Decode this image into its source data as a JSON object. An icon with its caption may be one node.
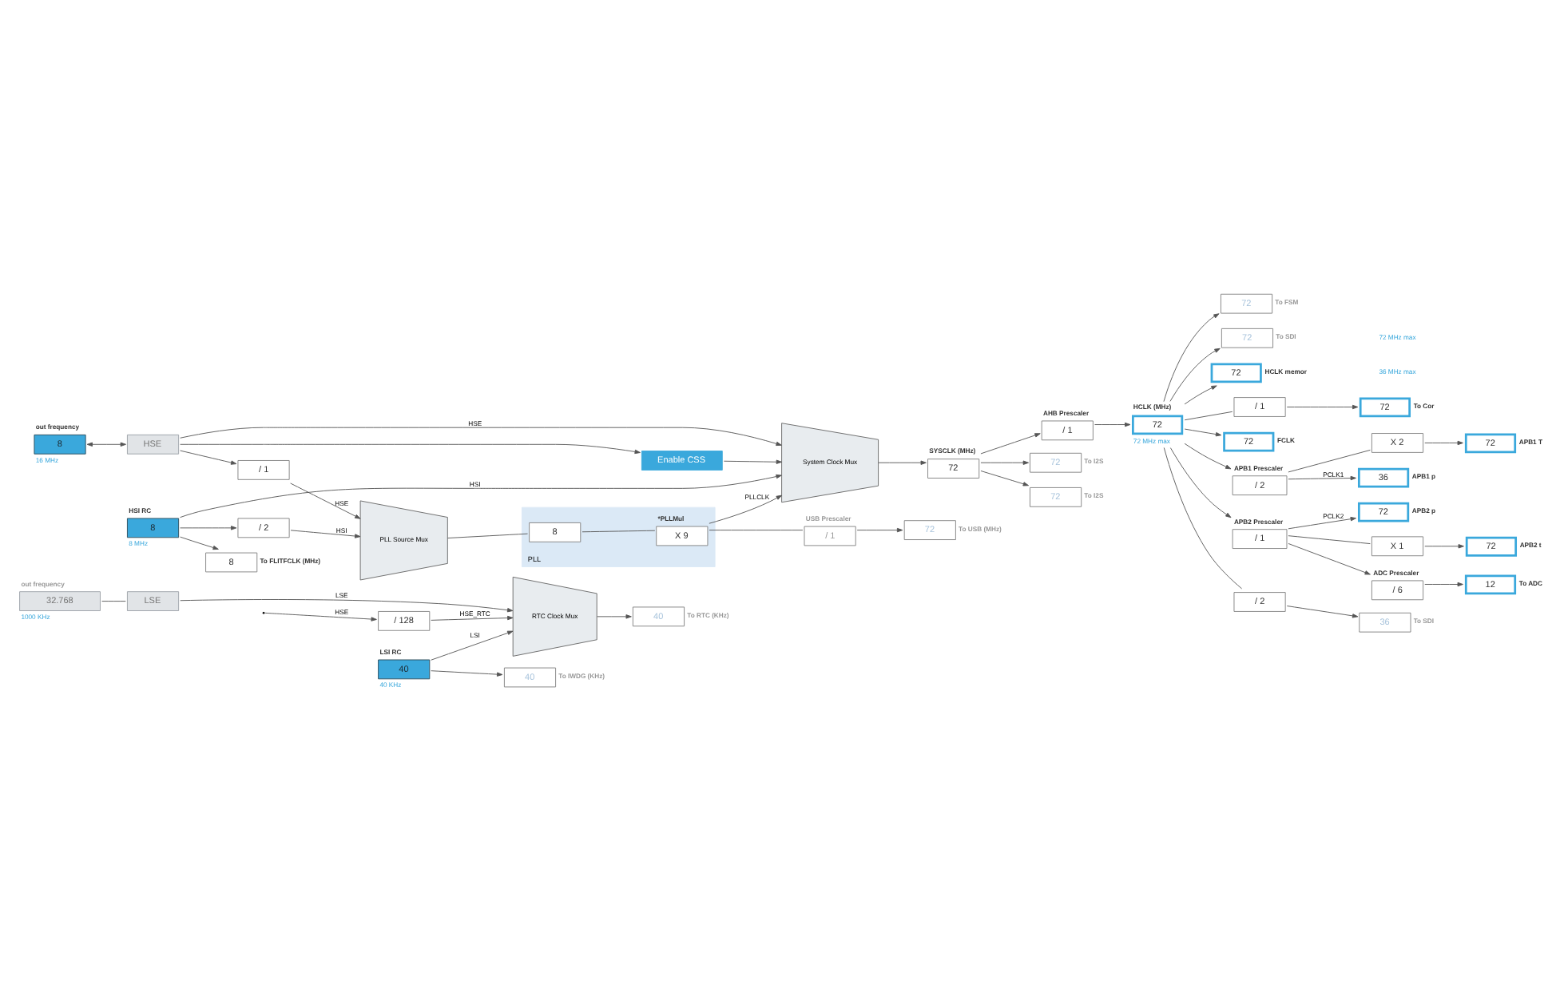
{
  "diagram": {
    "nodes": [
      {
        "text": [
          "out frequency",
          "32.768"
        ],
        "beside": [
          "1000 KHz"
        ]
      },
      {
        "text": [
          "LSE"
        ]
      },
      {
        "text": [
          "LSI RC",
          "40"
        ],
        "beside": [
          "40 KHz"
        ]
      },
      {
        "text": [
          "out frequency",
          "8"
        ],
        "beside": [
          "16 MHz"
        ]
      },
      {
        "text": [
          "HSE"
        ]
      },
      {
        "text": [
          "HSI RC",
          "8"
        ],
        "beside": [
          "8 MHz"
        ]
      },
      {
        "text": [
          "/ 128"
        ]
      },
      {
        "text": [
          "RTC Clock Mux"
        ]
      },
      {
        "text": [
          "40"
        ],
        "beside": [
          "To RTC (KHz)"
        ]
      },
      {
        "text": [
          "40"
        ],
        "beside": [
          "To IWDG (KHz)"
        ]
      },
      {
        "text": [
          "8"
        ],
        "beside": [
          "To FLITFCLK (MHz)"
        ]
      },
      {
        "text": [
          "/ 1"
        ]
      },
      {
        "text": [
          "/ 2"
        ]
      },
      {
        "text": [
          "PLL Source Mux"
        ]
      },
      {
        "text": [
          "PLL"
        ]
      },
      {
        "text": [
          "8"
        ],
        "in": 14
      },
      {
        "text": [
          "*PLLMul",
          "X 9"
        ],
        "in": 14
      },
      {
        "text": [
          "System Clock Mux"
        ]
      },
      {
        "text": [
          "Enable CSS"
        ]
      },
      {
        "text": [
          "USB Prescaler",
          "/ 1"
        ]
      },
      {
        "text": [
          "72"
        ],
        "beside": [
          "To USB (MHz)"
        ]
      },
      {
        "text": [
          "SYSCLK (MHz)",
          "72"
        ]
      },
      {
        "text": [
          "AHB Prescaler",
          "/ 1"
        ]
      },
      {
        "text": [
          "HCLK (MHz)",
          "72"
        ],
        "beside": [
          "72 MHz max"
        ]
      },
      {
        "text": [
          "72"
        ],
        "beside": [
          "To I2S"
        ]
      },
      {
        "text": [
          "72"
        ],
        "beside": [
          "To I2S"
        ]
      },
      {
        "text": [
          "72"
        ],
        "beside": [
          "To FSM"
        ]
      },
      {
        "text": [
          "72"
        ],
        "beside": [
          "To SDI"
        ]
      },
      {
        "text": [
          "72"
        ],
        "beside": [
          "HCLK memor"
        ]
      },
      {
        "text": [
          "/ 1"
        ]
      },
      {
        "text": [
          "72"
        ],
        "beside": [
          "To Cor"
        ]
      },
      {
        "text": [
          "72"
        ],
        "beside": [
          "FCLK"
        ]
      },
      {
        "text": [
          "APB1 Prescaler",
          "/ 2"
        ]
      },
      {
        "text": [
          "36"
        ],
        "beside": [
          "APB1 p"
        ]
      },
      {
        "text": [
          "X 2"
        ]
      },
      {
        "text": [
          "72"
        ],
        "beside": [
          "APB1 T"
        ]
      },
      {
        "text": [
          "APB2 Prescaler",
          "/ 1"
        ]
      },
      {
        "text": [
          "72"
        ],
        "beside": [
          "APB2 p"
        ]
      },
      {
        "text": [
          "X 1"
        ]
      },
      {
        "text": [
          "72"
        ],
        "beside": [
          "APB2 t"
        ]
      },
      {
        "text": [
          "ADC Prescaler",
          "/ 6"
        ]
      },
      {
        "text": [
          "12"
        ],
        "beside": [
          "To ADC"
        ]
      },
      {
        "text": [
          "/ 2"
        ]
      },
      {
        "text": [
          "36"
        ],
        "beside": [
          "To SDI"
        ]
      }
    ],
    "edges": [
      {
        "from": 0,
        "to": 1,
        "arrow": "none"
      },
      {
        "from": 3,
        "to": 4,
        "arrow": "both"
      },
      {
        "from": null,
        "to": 6,
        "label": "HSE",
        "arrow": "to"
      },
      {
        "from": 6,
        "to": 7,
        "label": "HSE_RTC",
        "arrow": "to"
      },
      {
        "from": 1,
        "to": 7,
        "label": "LSE",
        "arrow": "to"
      },
      {
        "from": 2,
        "to": 7,
        "label": "LSI",
        "arrow": "to"
      },
      {
        "from": 7,
        "to": 8,
        "arrow": "to"
      },
      {
        "from": 2,
        "to": 9,
        "arrow": "to"
      },
      {
        "from": 5,
        "to": 10,
        "arrow": "to"
      },
      {
        "from": 5,
        "to": 17,
        "label": "HSI",
        "arrow": "to"
      },
      {
        "from": 5,
        "to": 12,
        "arrow": "to"
      },
      {
        "from": 4,
        "to": 17,
        "label": "HSE",
        "arrow": "to"
      },
      {
        "from": 4,
        "to": 18,
        "arrow": "to"
      },
      {
        "from": 4,
        "to": 11,
        "arrow": "to"
      },
      {
        "from": 11,
        "to": 13,
        "label": "HSE",
        "arrow": "to"
      },
      {
        "from": 12,
        "to": 13,
        "label": "HSI",
        "arrow": "to"
      },
      {
        "from": 13,
        "to": 15,
        "arrow": "none"
      },
      {
        "from": 15,
        "to": 16,
        "arrow": "none"
      },
      {
        "from": 16,
        "to": 17,
        "label": "PLLCLK",
        "arrow": "to"
      },
      {
        "from": 16,
        "to": 19,
        "arrow": "none"
      },
      {
        "from": 19,
        "to": 20,
        "arrow": "to"
      },
      {
        "from": 18,
        "to": 17,
        "arrow": "to"
      },
      {
        "from": 17,
        "to": 21,
        "arrow": "to"
      },
      {
        "from": 21,
        "to": 22,
        "arrow": "to"
      },
      {
        "from": 21,
        "to": 24,
        "arrow": "to"
      },
      {
        "from": 21,
        "to": 25,
        "arrow": "to"
      },
      {
        "from": 22,
        "to": 23,
        "arrow": "to"
      },
      {
        "from": 23,
        "to": 26,
        "arrow": "to"
      },
      {
        "from": 23,
        "to": 27,
        "arrow": "to"
      },
      {
        "from": 23,
        "to": 28,
        "arrow": "to"
      },
      {
        "from": 23,
        "to": 29,
        "arrow": "none"
      },
      {
        "from": 29,
        "to": 30,
        "arrow": "to"
      },
      {
        "from": 23,
        "to": 31,
        "arrow": "to"
      },
      {
        "from": 23,
        "to": 32,
        "arrow": "to"
      },
      {
        "from": 32,
        "to": 33,
        "label": "PCLK1",
        "arrow": "to"
      },
      {
        "from": 32,
        "to": 34,
        "arrow": "none"
      },
      {
        "from": 34,
        "to": 35,
        "arrow": "to"
      },
      {
        "from": 23,
        "to": 36,
        "arrow": "to"
      },
      {
        "from": 36,
        "to": 37,
        "label": "PCLK2",
        "arrow": "to"
      },
      {
        "from": 36,
        "to": 38,
        "arrow": "none"
      },
      {
        "from": 38,
        "to": 39,
        "arrow": "to"
      },
      {
        "from": 36,
        "to": 40,
        "arrow": "to"
      },
      {
        "from": 40,
        "to": 41,
        "arrow": "to"
      },
      {
        "from": 23,
        "to": 42,
        "arrow": "none"
      },
      {
        "from": 42,
        "to": 43,
        "arrow": "to"
      }
    ],
    "labels": [
      "36 MHz max",
      "72 MHz max"
    ]
  }
}
